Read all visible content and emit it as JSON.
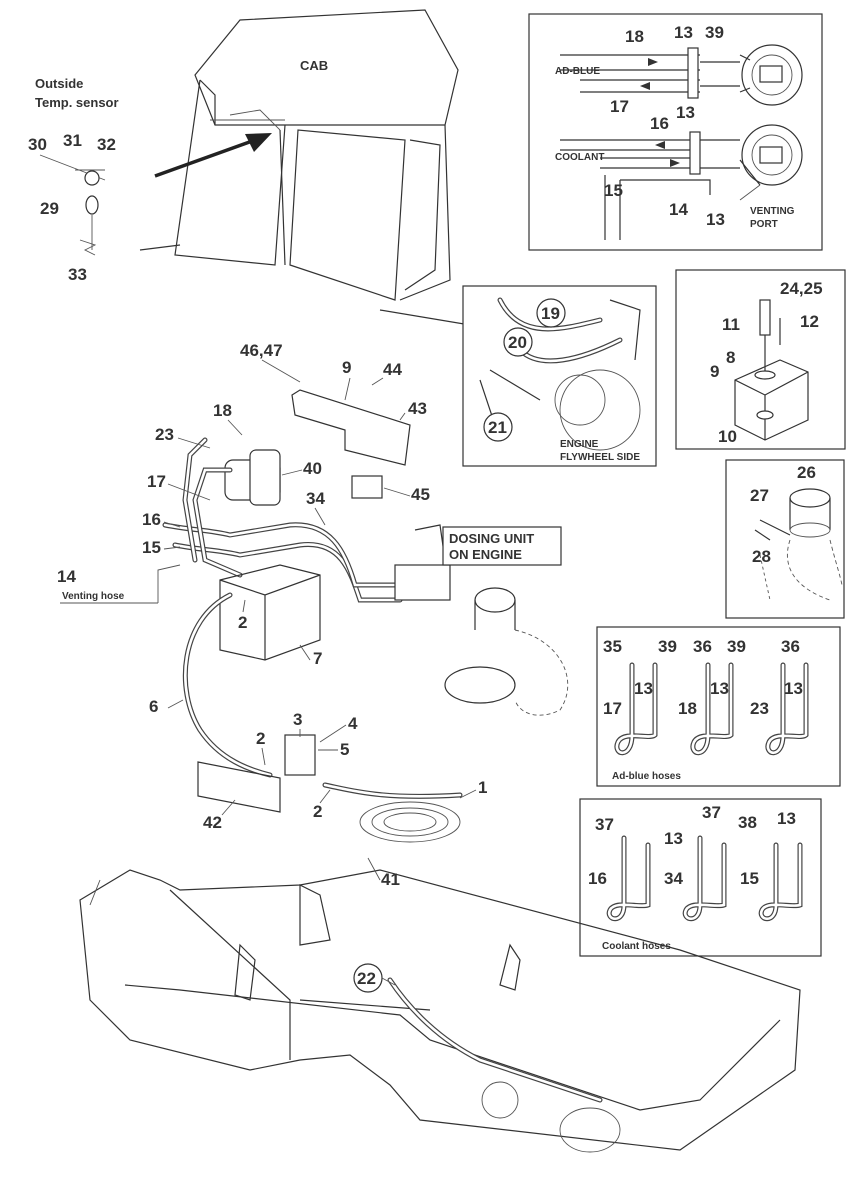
{
  "cab": {
    "title": "CAB",
    "sensor_title_line1": "Outside",
    "sensor_title_line2": "Temp. sensor",
    "parts": [
      "30",
      "31",
      "32",
      "29",
      "33"
    ]
  },
  "inset_tank_top": {
    "adblue_label": "AD-BLUE",
    "coolant_label": "COOLANT",
    "venting_line1": "VENTING",
    "venting_line2": "PORT",
    "parts": [
      "18",
      "13",
      "39",
      "17",
      "13",
      "16",
      "15",
      "14",
      "13"
    ]
  },
  "inset_engine": {
    "caption_line1": "ENGINE",
    "caption_line2": "FLYWHEEL SIDE",
    "parts": [
      "19",
      "20",
      "21"
    ]
  },
  "inset_tank_detail": {
    "parts": [
      "24,25",
      "11",
      "12",
      "8",
      "9",
      "10"
    ]
  },
  "inset_sensor": {
    "parts": [
      "26",
      "27",
      "28"
    ]
  },
  "inset_adblue_hoses": {
    "caption": "Ad-blue hoses",
    "parts": [
      "35",
      "39",
      "36",
      "39",
      "36",
      "13",
      "13",
      "13",
      "17",
      "18",
      "23"
    ]
  },
  "inset_coolant_hoses": {
    "caption": "Coolant hoses",
    "parts": [
      "37",
      "13",
      "37",
      "38",
      "13",
      "16",
      "34",
      "15"
    ]
  },
  "main": {
    "dosing_line1": "DOSING UNIT",
    "dosing_line2": "ON ENGINE",
    "venting_hose": "Venting hose",
    "parts": [
      "46,47",
      "9",
      "44",
      "43",
      "18",
      "23",
      "40",
      "17",
      "45",
      "34",
      "16",
      "15",
      "14",
      "2",
      "7",
      "6",
      "3",
      "4",
      "5",
      "2",
      "42",
      "2",
      "1",
      "41",
      "22"
    ]
  }
}
